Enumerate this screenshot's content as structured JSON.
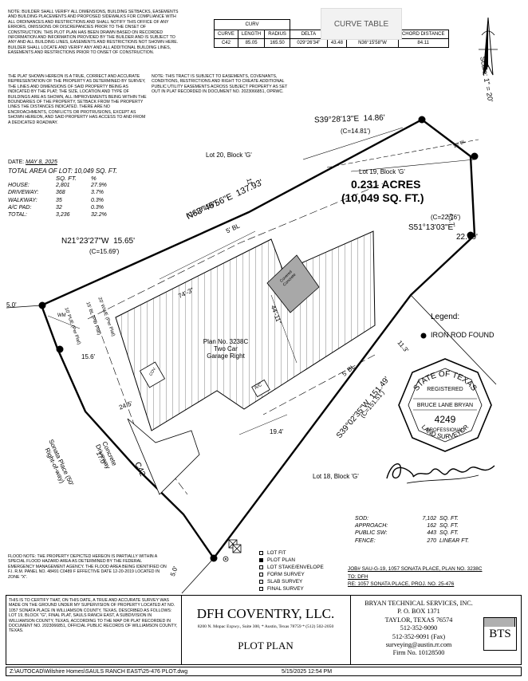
{
  "builder_note": "NOTE: BUILDER SHALL VERIFY ALL DIMENSIONS, BUILDING SETBACKS, EASEMENTS AND BUILDING PLACEMENTS AND PROPOSED SIDEWALKS FOR COMPLIANCE WITH ALL ORDINANCES AND RESTRICTIONS AND SHALL NOTIFY THIS OFFICE OF ANY ERRORS, OMISSIONS OR DISCREPANCIES PRIOR TO THE ONSET OF CONSTRUCTION. THIS PLOT PLAN HAS BEEN DRAWN BASED ON RECORDED INFORMATION AND INFORMATION PROVIDED BY THE BUILDER AND IS SUBJECT TO ANY AND ALL BUILDING LINES, EASEMENTS AND RESTRICTIONS NOT SHOWN HERE. BUILDER SHALL LOCATE AND VERIFY ANY AND ALL ADDITIONAL BUILDING LINES, EASEMENTS AND RESTRICTIONS PRIOR TO ONSET OF CONSTRUCTION.",
  "plat_note": "THE PLAT SHOWN HEREON IS A TRUE, CORRECT AND ACCURATE REPRESENTATION OF THE PROPERTY AS DETERMINED BY SURVEY, THE LINES AND DIMENSIONS OF SAID PROPERTY BEING AS INDICATED BY THE PLAT; THE SIZE, LOCATION AND TYPE OF BUILDINGS ARE AS SHOWN, ALL IMPROVEMENTS BEING WITHIN THE BOUNDARIES OF THE PROPERTY, SETBACK FROM THE PROPERTY LINES THE DISTANCES INDICATED. THERE ARE NO ENCROACHMENTS, CONFLICTS OR PROTRUSIONS, EXCEPT AS SHOWN HEREON, AND SAID PROPERTY HAS ACCESS TO AND FROM A DEDICATED ROADWAY.",
  "easement_note": "NOTE: THIS TRACT IS SUBJECT TO EASEMENTS, COVENANTS, CONDITIONS, RESTRICTIONS AND RIGHT TO CREATE ADDITIONAL PUBLIC UTILITY EASEMENTS ACROSS SUBJECT PROPERTY AS SET OUT IN PLAT RECORDED IN DOCUMENT NO. 2023066851, OPRWC.",
  "curve_table": {
    "title": "CURVE TABLE",
    "header_stub": "CURV",
    "headers": [
      "CURVE",
      "LENGTH",
      "RADIUS",
      "DELTA",
      "T",
      "",
      "CHORD DISTANCE"
    ],
    "row": [
      "C42",
      "85.05",
      "165.50",
      "029°26'34\"",
      "43.48",
      "N36°15'58\"W",
      "84.11"
    ]
  },
  "scale": "Scale: 1\" = 20'",
  "date_label": "DATE:",
  "date_value": "MAY 8, 2025",
  "area_stats": {
    "title": "TOTAL AREA OF LOT: 10,049 SQ. FT.",
    "head_sqft": "SQ. FT.",
    "head_pct": "%",
    "rows": [
      {
        "label": "HOUSE:",
        "sqft": "2,801",
        "pct": "27.9%"
      },
      {
        "label": "DRIVEWAY:",
        "sqft": "368",
        "pct": "3.7%"
      },
      {
        "label": "WALKWAY:",
        "sqft": "35",
        "pct": "0.3%"
      },
      {
        "label": "A/C PAD:",
        "sqft": "32",
        "pct": "0.3%"
      },
      {
        "label": "TOTAL:",
        "sqft": "3,236",
        "pct": "32.2%"
      }
    ]
  },
  "plan": {
    "lot_20": "Lot 20, Block 'G'",
    "lot_19": "Lot 19, Block 'G'",
    "lot_18": "Lot 18, Block 'G'",
    "acres": "0.231 ACRES",
    "acres_sqft": "(10,049 SQ. FT.)",
    "top_bearing": "S39°28'13\"E",
    "top_dist": "14.86'",
    "top_calc": "(C=14.81')",
    "bl_10": "10' BL",
    "dim_53": "53.7'",
    "right_calc": "(C=22.76')",
    "right_bearing": "S51°13'03\"E",
    "right_dist": "22.69'",
    "north_calc": "(C=137.96')",
    "north_bearing": "N63°46'56\"E",
    "north_dist": "137.93'",
    "bl_5": "5' BL",
    "dim_11": "11'",
    "left_bearing": "N21°23'27\"W",
    "left_dist": "15.65'",
    "left_calc": "(C=15.69')",
    "setback_5": "5.0'",
    "wm": "WM",
    "pue": "10' PUE (Per Plat)",
    "bl_15": "15' BL (Per Plat)",
    "wwe": "20' WWE (Per Plat)",
    "dim_74": "74'-3\"",
    "dim_44": "44'-11\"",
    "concrete": "Covered Concrete",
    "plan_no": "Plan No. 3238C",
    "garage1": "Two Car",
    "garage2": "Garage Right",
    "dim_156": "15.6'",
    "cov": "COV.",
    "ac": "A/C",
    "dim_245": "24.5'",
    "dim_194": "19.4'",
    "dim_113": "11.3'",
    "bl_5b": "5' BL",
    "south_bearing": "S39°02'35\"W",
    "south_dist": "151.49'",
    "south_calc": "(C=151.51')",
    "driveway": "Concrete Driveway",
    "c42": "C42",
    "street": "Sonata Place (50' Right-of-way)",
    "dim_170": "17.0'",
    "dim_50": "5.0'"
  },
  "legend": {
    "title": "Legend:",
    "item": "IRON ROD FOUND"
  },
  "seal": {
    "state": "STATE OF TEXAS",
    "registered": "REGISTERED",
    "name": "BRUCE LANE BRYAN",
    "number": "4249",
    "professional": "PROFESSIONAL",
    "surveyor": "LAND SURVEYOR"
  },
  "signature": "B. L. Bryan",
  "bottom_stats": [
    {
      "label": "SOD:",
      "value": "7,102",
      "unit": "SQ. FT."
    },
    {
      "label": "APPROACH:",
      "value": "162",
      "unit": "SQ. FT."
    },
    {
      "label": "PUBLIC SW:",
      "value": "443",
      "unit": "SQ. FT."
    },
    {
      "label": "FENCE:",
      "value": "270",
      "unit": "LINEAR FT."
    }
  ],
  "job": {
    "line1": "JOB# SAU-G-19, 1057 SONATA PLACE, PLAN NO. 3238C",
    "line2": "TO: DFH",
    "line3": "RE: 1057 SONATA PLACE, PROJ. NO. 25-476"
  },
  "flood_note": "FLOOD NOTE: THE PROPERTY DEPICTED HEREON IS PARTIALLY WITHIN A SPECIAL FLOOD HAZARD AREA AS DETERMINED BY THE FEDERAL EMERGENCY MANAGEMENT AGENCY. THE FLOOD AREA BEING IDENTIFIED ON F.I. R.M. PANEL NO. 48491 C0489 F EFFECTIVE DATE 12-20-2019 LOCATED IN ZONE \"X\".",
  "status_legend": [
    "LOT FIT",
    "PLOT PLAN",
    "LOT STAKE/ENVELOPE",
    "FORM SURVEY",
    "SLAB SURVEY",
    "FINAL SURVEY"
  ],
  "certify_note": "THIS IS TO CERTIFY THAT, ON THIS DATE, A TRUE AND ACCURATE SURVEY WAS MADE ON THE GROUND UNDER MY SUPERVISION OF PROPERTY LOCATED AT NO. 1057 SONATA PLACE IN WILLIAMSON COUNTY, TEXAS, DESCRIBED AS FOLLOWS: LOT 19, BLOCK \"G\", FINAL PLAT, SAULS RANCH EAST, A SUBDIVISION IN WILLIAMSON COUNTY, TEXAS, ACCORDING TO THE MAP OR PLAT RECORDED IN DOCUMENT NO. 2023066851, OFFICIAL PUBLIC RECORDS OF WILLIAMSON COUNTY, TEXAS.",
  "company": {
    "name": "DFH COVENTRY, LLC.",
    "address": "8200 N. Mopac Expwy., Suite 300, * Austin, Texas 78759 * (512) 502-2050",
    "doc": "PLOT PLAN"
  },
  "bryan": {
    "name": "BRYAN TECHNICAL SERVICES, INC.",
    "box": "P. O. BOX 1371",
    "city": "TAYLOR, TEXAS 76574",
    "phone": "512-352-9090",
    "fax": "512-352-9091 (Fax)",
    "email": "surveying@austin.rr.com",
    "firm": "Firm No. 10128500",
    "logo": "BTS"
  },
  "footer": {
    "path": "Z:\\AUTOCAD\\Wilshire Homes\\SAULS RANCH EAST\\25-476 PLOT.dwg",
    "timestamp": "5/15/2025 12:54 PM"
  }
}
